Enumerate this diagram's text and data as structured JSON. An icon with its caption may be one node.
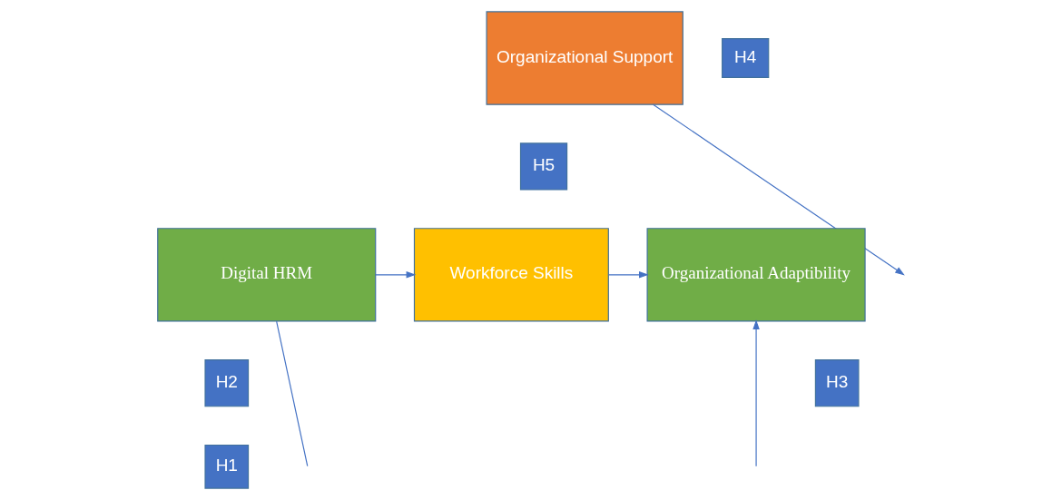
{
  "diagram": {
    "nodes": [
      {
        "text": [
          "Organizational Support"
        ]
      },
      {
        "text": [
          "H5"
        ]
      },
      {
        "text": [
          "H4"
        ]
      },
      {
        "text": [
          "Digital HRM"
        ]
      },
      {
        "text": [
          "Workforce Skills"
        ]
      },
      {
        "text": [
          "Organizational Adaptibility"
        ]
      },
      {
        "text": [
          "H2"
        ]
      },
      {
        "text": [
          "H3"
        ]
      },
      {
        "text": [
          "H1"
        ]
      }
    ],
    "edges": [
      {
        "from": 0,
        "to": null,
        "arrow": "to"
      },
      {
        "from": 3,
        "to": 4,
        "arrow": "to"
      },
      {
        "from": 4,
        "to": 5,
        "arrow": "to"
      },
      {
        "from": 3,
        "to": null,
        "arrow": "none"
      },
      {
        "from": null,
        "to": 5,
        "arrow": "to"
      }
    ]
  }
}
